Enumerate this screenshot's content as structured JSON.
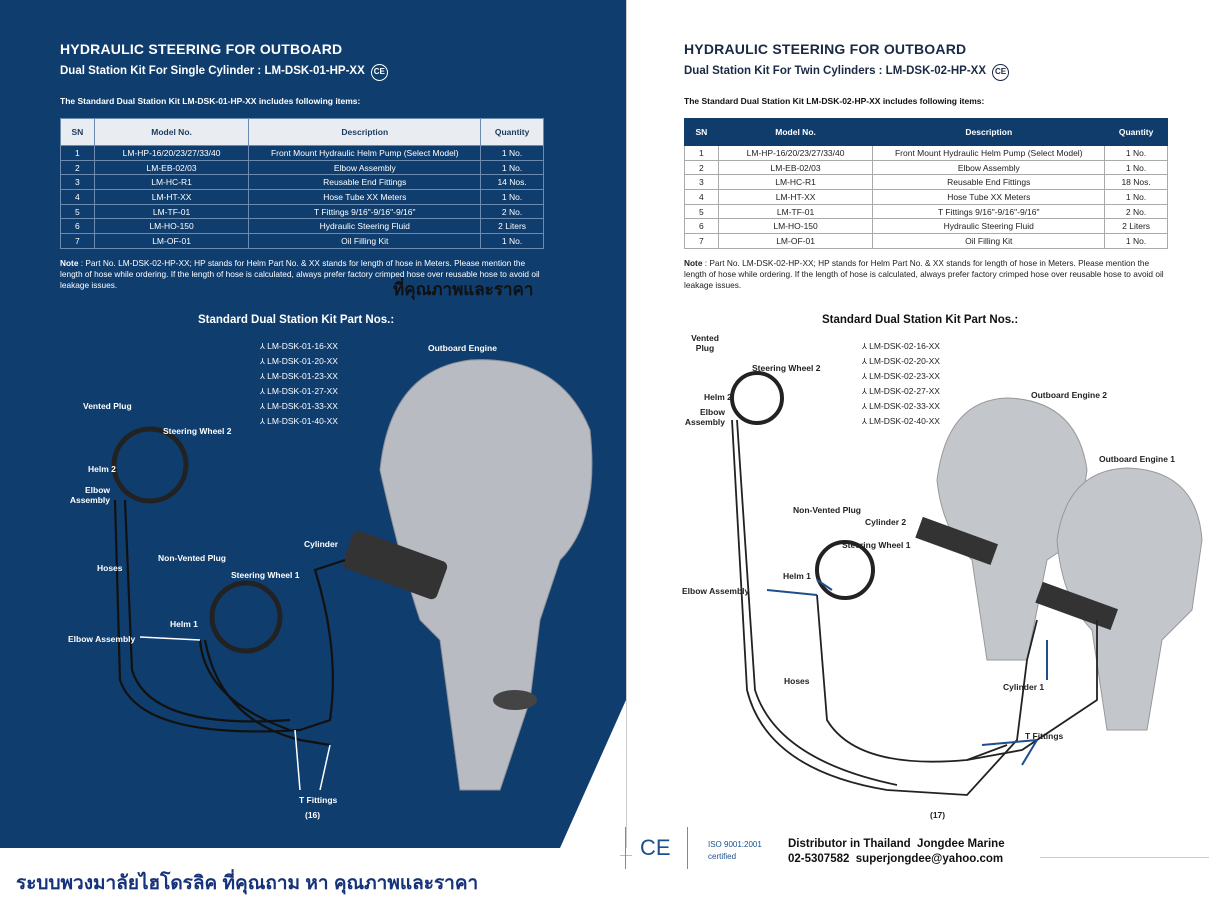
{
  "left": {
    "title": "HYDRAULIC STEERING FOR OUTBOARD",
    "subtitle": "Dual Station Kit For Single Cylinder : LM-DSK-01-HP-XX",
    "ce": "CE",
    "intro": "The Standard Dual Station Kit LM-DSK-01-HP-XX includes following items:",
    "headers": [
      "SN",
      "Model No.",
      "Description",
      "Quantity"
    ],
    "rows": [
      [
        "1",
        "LM-HP-16/20/23/27/33/40",
        "Front Mount Hydraulic Helm Pump (Select Model)",
        "1 No."
      ],
      [
        "2",
        "LM-EB-02/03",
        "Elbow Assembly",
        "1 No."
      ],
      [
        "3",
        "LM-HC-R1",
        "Reusable End Fittings",
        "14 Nos."
      ],
      [
        "4",
        "LM-HT-XX",
        "Hose Tube XX Meters",
        "1 No."
      ],
      [
        "5",
        "LM-TF-01",
        "T Fittings 9/16\"-9/16\"-9/16\"",
        "2 No."
      ],
      [
        "6",
        "LM-HO-150",
        "Hydraulic Steering Fluid",
        "2 Liters"
      ],
      [
        "7",
        "LM-OF-01",
        "Oil Filling Kit",
        "1 No."
      ]
    ],
    "note_label": "Note",
    "note": " : Part No. LM-DSK-02-HP-XX; HP stands for Helm Part No. & XX stands for length of hose in Meters. Please mention the length of hose while ordering. If the length of hose is calculated, always prefer factory crimped hose over reusable hose to avoid oil leakage issues.",
    "watermark": "ที่คุณภาพและราคา",
    "parts_title": "Standard Dual Station Kit Part Nos.:",
    "parts": [
      "LM-DSK-01-16-XX",
      "LM-DSK-01-20-XX",
      "LM-DSK-01-23-XX",
      "LM-DSK-01-27-XX",
      "LM-DSK-01-33-XX",
      "LM-DSK-01-40-XX"
    ],
    "labels": {
      "outboard": "Outboard Engine",
      "vented": "Vented Plug",
      "wheel2": "Steering Wheel 2",
      "helm2": "Helm 2",
      "elbow2": "Elbow Assembly",
      "hoses": "Hoses",
      "nonvented": "Non-Vented Plug",
      "wheel1": "Steering Wheel 1",
      "cylinder": "Cylinder",
      "helm1": "Helm 1",
      "elbow1": "Elbow Assembly",
      "tfit": "T Fittings",
      "page": "(16)"
    }
  },
  "right": {
    "title": "HYDRAULIC STEERING FOR OUTBOARD",
    "subtitle": "Dual Station Kit For Twin Cylinders : LM-DSK-02-HP-XX",
    "ce": "CE",
    "intro": "The Standard Dual Station Kit LM-DSK-02-HP-XX includes following items:",
    "headers": [
      "SN",
      "Model No.",
      "Description",
      "Quantity"
    ],
    "rows": [
      [
        "1",
        "LM-HP-16/20/23/27/33/40",
        "Front Mount Hydraulic Helm Pump (Select Model)",
        "1 No."
      ],
      [
        "2",
        "LM-EB-02/03",
        "Elbow Assembly",
        "1 No."
      ],
      [
        "3",
        "LM-HC-R1",
        "Reusable End Fittings",
        "18 Nos."
      ],
      [
        "4",
        "LM-HT-XX",
        "Hose Tube XX Meters",
        "1 No."
      ],
      [
        "5",
        "LM-TF-01",
        "T Fittings 9/16\"-9/16\"-9/16\"",
        "2 No."
      ],
      [
        "6",
        "LM-HO-150",
        "Hydraulic Steering Fluid",
        "2 Liters"
      ],
      [
        "7",
        "LM-OF-01",
        "Oil Filling Kit",
        "1 No."
      ]
    ],
    "note_label": "Note",
    "note": " : Part No. LM-DSK-02-HP-XX; HP stands for Helm Part No. & XX stands for length of hose in Meters. Please mention the length of hose while ordering. If the length of hose is calculated, always prefer factory crimped hose over reusable hose to avoid oil leakage issues.",
    "parts_title": "Standard Dual Station Kit Part Nos.:",
    "parts": [
      "LM-DSK-02-16-XX",
      "LM-DSK-02-20-XX",
      "LM-DSK-02-23-XX",
      "LM-DSK-02-27-XX",
      "LM-DSK-02-33-XX",
      "LM-DSK-02-40-XX"
    ],
    "labels": {
      "vented": "Vented Plug",
      "wheel2": "Steering Wheel 2",
      "helm2": "Helm 2",
      "elbow2": "Elbow Assembly",
      "engine2": "Outboard Engine 2",
      "engine1": "Outboard Engine 1",
      "nonvented": "Non-Vented Plug",
      "cyl2": "Cylinder 2",
      "wheel1": "Steering Wheel 1",
      "helm1": "Helm 1",
      "elbow1": "Elbow Assembly",
      "hoses": "Hoses",
      "cyl1": "Cylinder 1",
      "tfit": "T Fittings",
      "page": "(17)"
    }
  },
  "footer": {
    "ce": "CE",
    "iso": "ISO 9001:2001",
    "certified": "certified",
    "distributor": "Distributor in Thailand  Jongdee Marine",
    "contact": "02-5307582  superjongdee@yahoo.com"
  },
  "caption": "ระบบพวงมาลัยไฮโดรลิค ที่คุณถาม หา คุณภาพและราคา"
}
